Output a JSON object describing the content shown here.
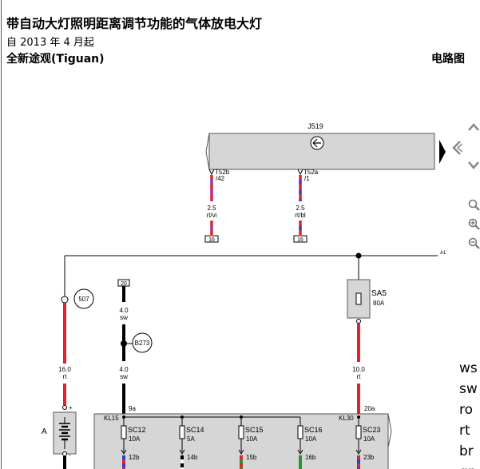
{
  "header": {
    "title": "带自动大灯照明距离调节功能的气体放电大灯",
    "subtitle": "自 2013 年 4 月起",
    "model": "全新途观(Tiguan)",
    "doc_type": "电路图"
  },
  "diagram": {
    "control_unit": {
      "label": "J519"
    },
    "connectors": [
      {
        "pin": "T52b",
        "sub": "/42"
      },
      {
        "pin": "T52a",
        "sub": "/1"
      }
    ],
    "wires": [
      {
        "gauge": "2.5",
        "color": "rt/vi"
      },
      {
        "gauge": "2.5",
        "color": "rt/bl"
      },
      {
        "gauge": "16.0",
        "color": "rt"
      },
      {
        "gauge": "4.0",
        "color": "sw"
      },
      {
        "gauge": "4.0",
        "color": "sw"
      },
      {
        "gauge": "10.0",
        "color": "rt"
      }
    ],
    "terminal_refs": [
      "16",
      "16",
      "20"
    ],
    "bus_label": "A1",
    "ground_refs": [
      "507",
      "B273"
    ],
    "battery_label": "A",
    "fuse_main": {
      "name": "SA5",
      "rating": "80A"
    },
    "pin_refs": [
      "9a",
      "20a"
    ],
    "rail_labels": [
      "KL15",
      "KL30"
    ],
    "fuses": [
      {
        "name": "SC12",
        "rating": "10A",
        "pin": "12b"
      },
      {
        "name": "SC14",
        "rating": "5A",
        "pin": "14b"
      },
      {
        "name": "SC15",
        "rating": "10A",
        "pin": "15b"
      },
      {
        "name": "SC16",
        "rating": "10A",
        "pin": "16b"
      },
      {
        "name": "SC23",
        "rating": "10A",
        "pin": "23b"
      }
    ]
  },
  "legend": {
    "items": [
      "ws",
      "sw",
      "ro",
      "rt",
      "br",
      "gn"
    ]
  },
  "colors": {
    "wire_red": "#e8202a",
    "wire_blue": "#2b3fd6",
    "wire_violet": "#8a35c8",
    "wire_green": "#1c9a2e",
    "component_fill": "#d6d6d6",
    "nav_gray": "#8a8a8a"
  },
  "icons": [
    "chevron-up-icon",
    "chevron-left-icon",
    "chevron-down-icon",
    "zoom-fit-icon",
    "zoom-in-icon",
    "zoom-out-icon",
    "expand-arrow-icon"
  ]
}
